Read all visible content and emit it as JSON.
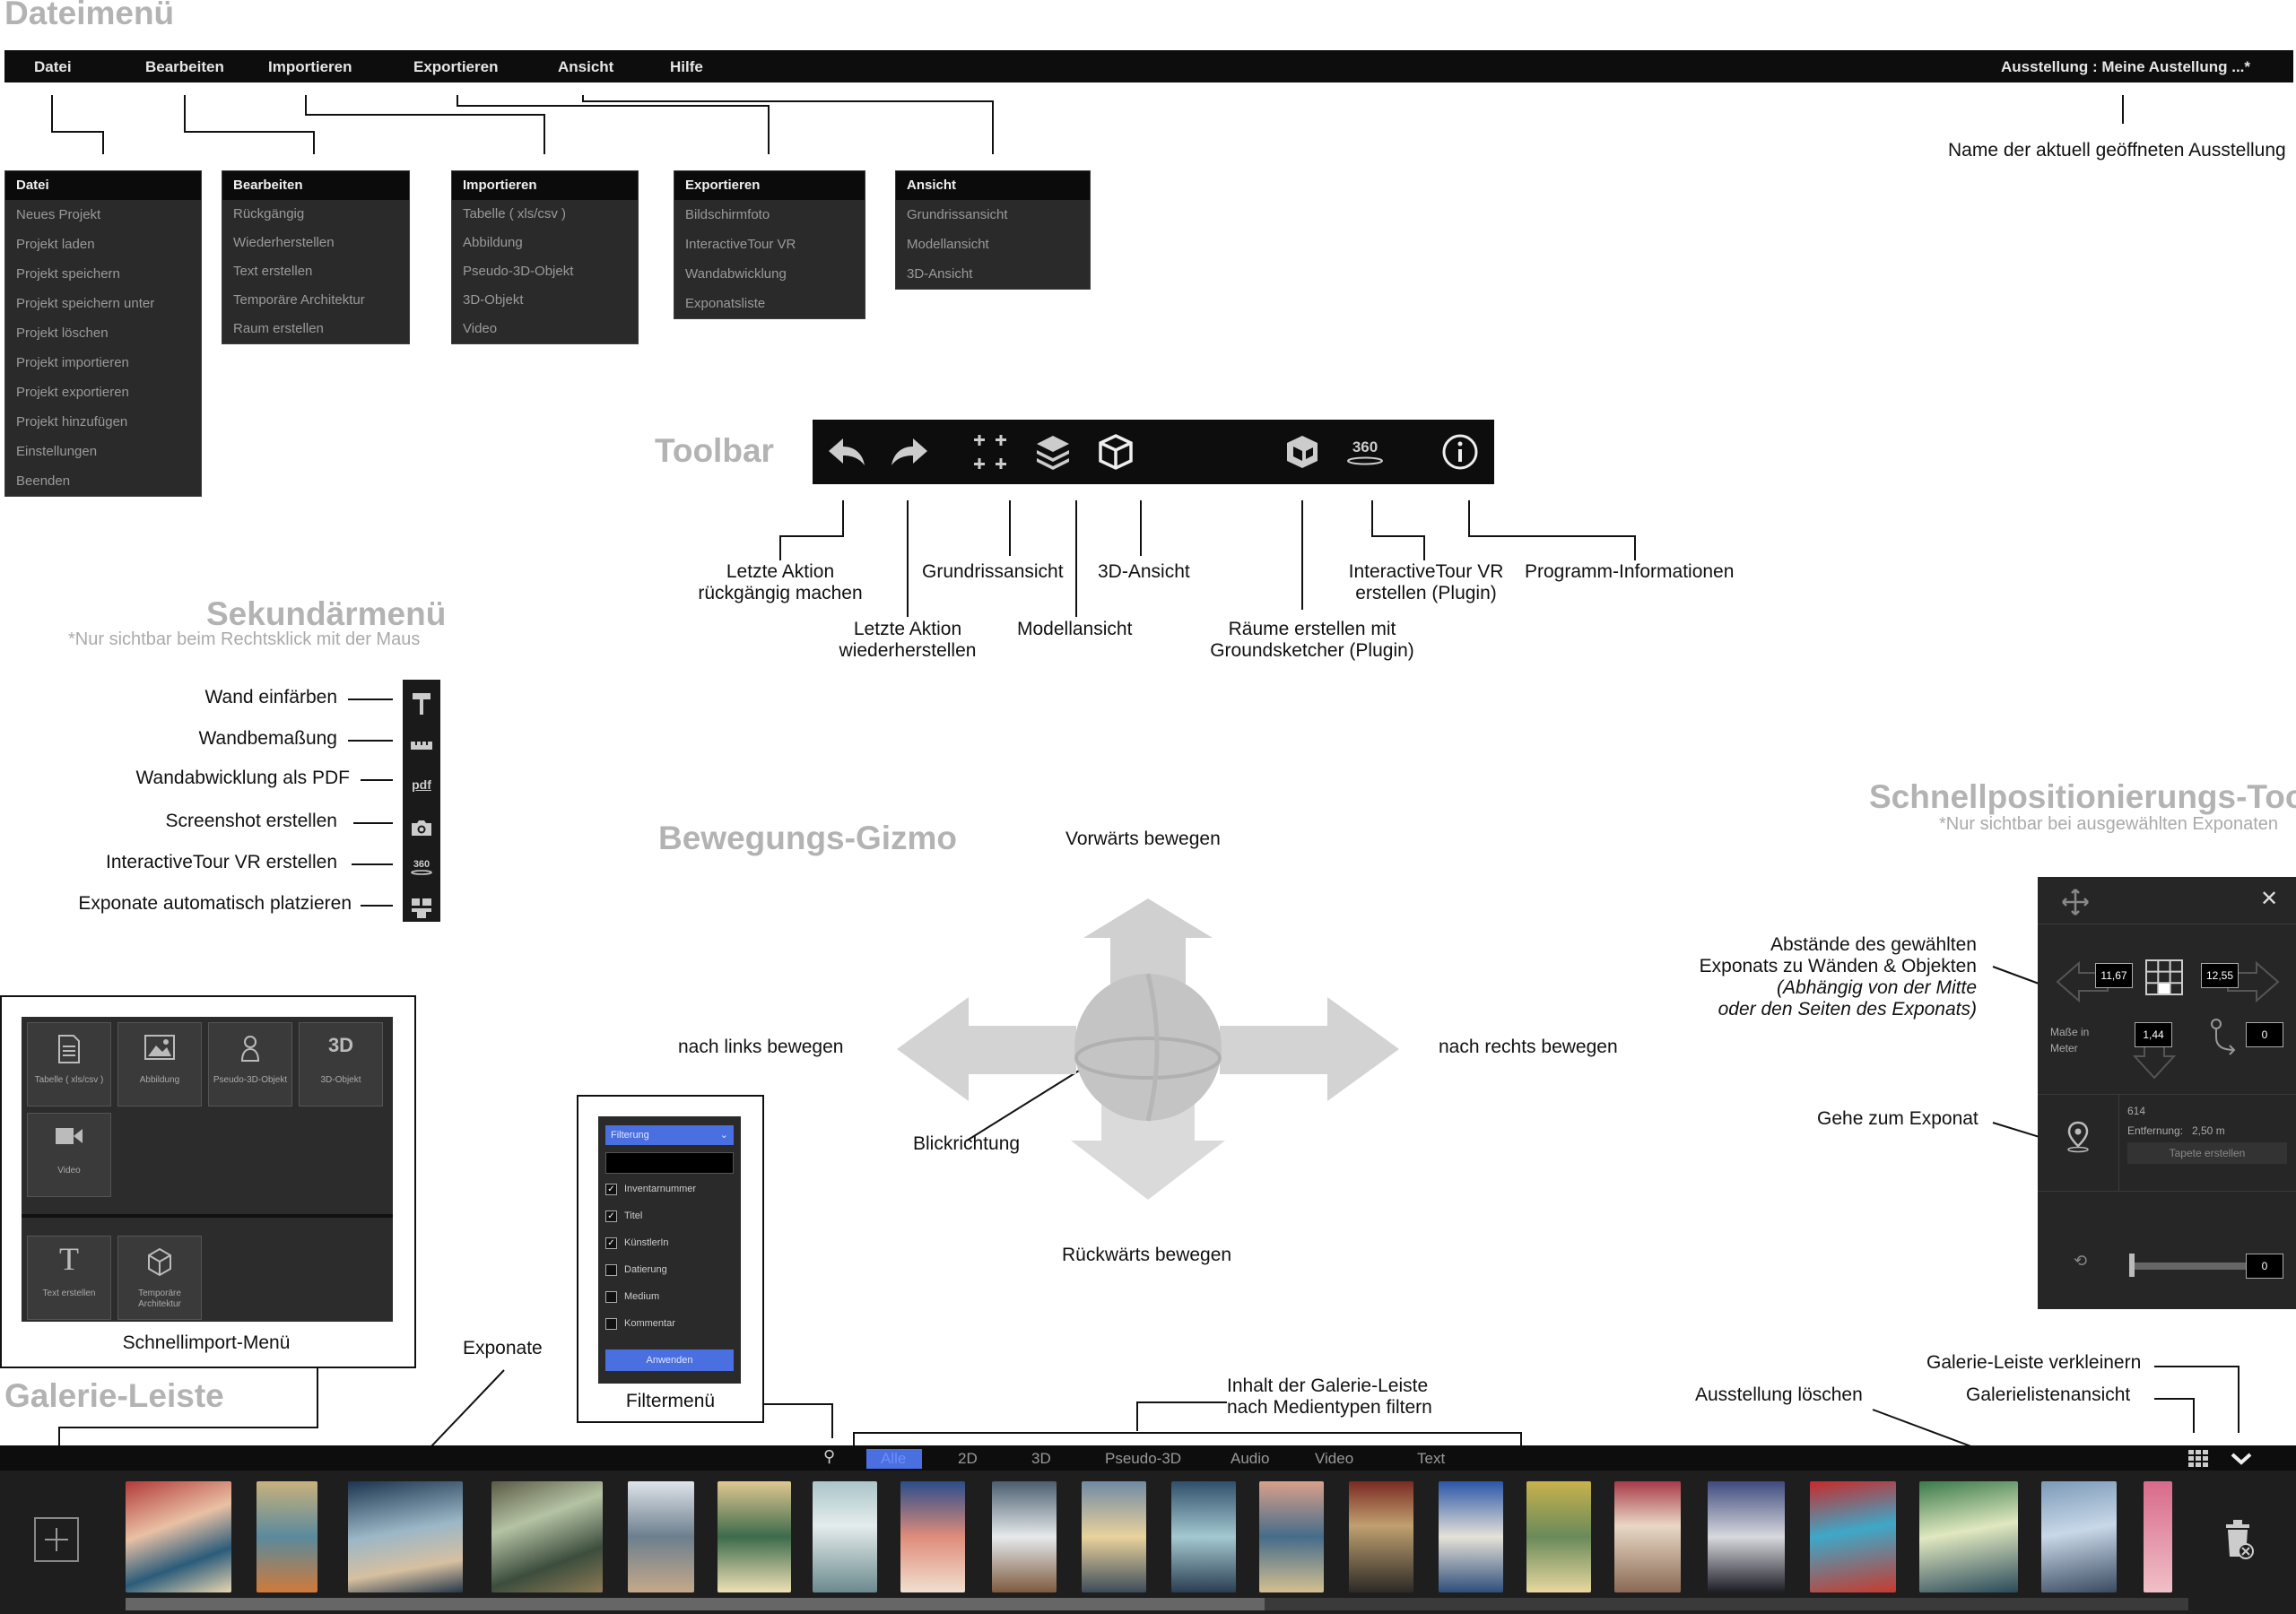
{
  "headings": {
    "dateimenu": "Dateimenü",
    "toolbar": "Toolbar",
    "sekundaermenu": "Sekundärmenü",
    "sekundaermenu_note": "*Nur sichtbar beim Rechtsklick mit der Maus",
    "gizmo": "Bewegungs-Gizmo",
    "schnell": "Schnellpositionierungs-Tool",
    "schnell_note": "*Nur sichtbar bei ausgewählten Exponaten",
    "galerie": "Galerie-Leiste"
  },
  "menubar": {
    "items": [
      "Datei",
      "Bearbeiten",
      "Importieren",
      "Exportieren",
      "Ansicht",
      "Hilfe"
    ],
    "exhibition": "Ausstellung : Meine Austellung ...*"
  },
  "exhibition_label": "Name der aktuell geöffneten Ausstellung",
  "dropdowns": {
    "datei": {
      "title": "Datei",
      "items": [
        "Neues Projekt",
        "Projekt laden",
        "Projekt speichern",
        "Projekt speichern unter",
        "Projekt löschen",
        "Projekt importieren",
        "Projekt exportieren",
        "Projekt hinzufügen",
        "Einstellungen",
        "Beenden"
      ]
    },
    "bearbeiten": {
      "title": "Bearbeiten",
      "items": [
        "Rückgängig",
        "Wiederherstellen",
        "Text erstellen",
        "Temporäre Architektur",
        "Raum erstellen"
      ]
    },
    "importieren": {
      "title": "Importieren",
      "items": [
        "Tabelle ( xls/csv )",
        "Abbildung",
        "Pseudo-3D-Objekt",
        "3D-Objekt",
        "Video"
      ]
    },
    "exportieren": {
      "title": "Exportieren",
      "items": [
        "Bildschirmfoto",
        "InteractiveTour VR",
        "Wandabwicklung",
        "Exponatsliste"
      ]
    },
    "ansicht": {
      "title": "Ansicht",
      "items": [
        "Grundrissansicht",
        "Modellansicht",
        "3D-Ansicht"
      ]
    }
  },
  "toolbar_labels": {
    "undo_1": "Letzte Aktion",
    "undo_2": "rückgängig machen",
    "redo_1": "Letzte Aktion",
    "redo_2": "wiederherstellen",
    "grundriss": "Grundrissansicht",
    "modell": "Modellansicht",
    "ansicht3d": "3D-Ansicht",
    "raeume_1": "Räume erstellen mit",
    "raeume_2": "Groundsketcher (Plugin)",
    "tour_1": "InteractiveTour VR",
    "tour_2": "erstellen (Plugin)",
    "info": "Programm-Informationen",
    "icon_360": "360"
  },
  "secondary": {
    "items": [
      "Wand einfärben",
      "Wandbemaßung",
      "Wandabwicklung als PDF",
      "Screenshot erstellen",
      "InteractiveTour VR erstellen",
      "Exponate automatisch platzieren"
    ],
    "pdf": "pdf",
    "icon_360": "360"
  },
  "gizmo": {
    "forward": "Vorwärts bewegen",
    "left": "nach links bewegen",
    "right": "nach rechts bewegen",
    "back": "Rückwärts bewegen",
    "view": "Blickrichtung"
  },
  "schnell": {
    "label_dist_1": "Abstände des gewählten",
    "label_dist_2": "Exponats zu Wänden & Objekten",
    "label_dist_3": "(Abhängig von der Mitte",
    "label_dist_4": "oder den Seiten des Exponats)",
    "label_goto": "Gehe zum Exponat",
    "val_left": "11,67",
    "val_right": "12,55",
    "val_down": "1,44",
    "val_r2": "0",
    "masse": "Maße in",
    "meter": "Meter",
    "id": "614",
    "entfernung_lbl": "Entfernung:",
    "entfernung_val": "2,50 m",
    "tapete": "Tapete erstellen",
    "slider_val": "0"
  },
  "quickimport": {
    "label": "Schnellimport-Menü",
    "tiles": [
      {
        "icon": "table-icon",
        "text": "Tabelle ( xls/csv )"
      },
      {
        "icon": "image-icon",
        "text": "Abbildung"
      },
      {
        "icon": "pseudo3d-icon",
        "text": "Pseudo-3D-Objekt"
      },
      {
        "icon": "3d-icon",
        "text": "3D-Objekt"
      },
      {
        "icon": "video-icon",
        "text": "Video"
      },
      {
        "icon": "text-icon",
        "text": "Text erstellen"
      },
      {
        "icon": "architecture-icon",
        "text": "Temporäre Architektur"
      }
    ],
    "glyph_3d": "3D",
    "glyph_text": "T"
  },
  "filter": {
    "label": "Filtermenü",
    "dropdown": "Filterung",
    "items": [
      {
        "label": "Inventarnummer",
        "checked": true
      },
      {
        "label": "Titel",
        "checked": true
      },
      {
        "label": "KünstlerIn",
        "checked": true
      },
      {
        "label": "Datierung",
        "checked": false
      },
      {
        "label": "Medium",
        "checked": false
      },
      {
        "label": "Kommentar",
        "checked": false
      }
    ],
    "apply": "Anwenden"
  },
  "gallery": {
    "tabs": [
      "Alle",
      "2D",
      "3D",
      "Pseudo-3D",
      "Audio",
      "Video",
      "Text"
    ],
    "label_exponate": "Exponate",
    "label_filter_1": "Inhalt der Galerie-Leiste",
    "label_filter_2": "nach Medientypen filtern",
    "label_delete": "Ausstellung löschen",
    "label_listview": "Galerielistenansicht",
    "label_shrink": "Galerie-Leiste verkleinern"
  },
  "colors": {
    "accent": "#4a6fe0",
    "dark": "#0d0d0d",
    "heading": "#b3b3b3"
  }
}
